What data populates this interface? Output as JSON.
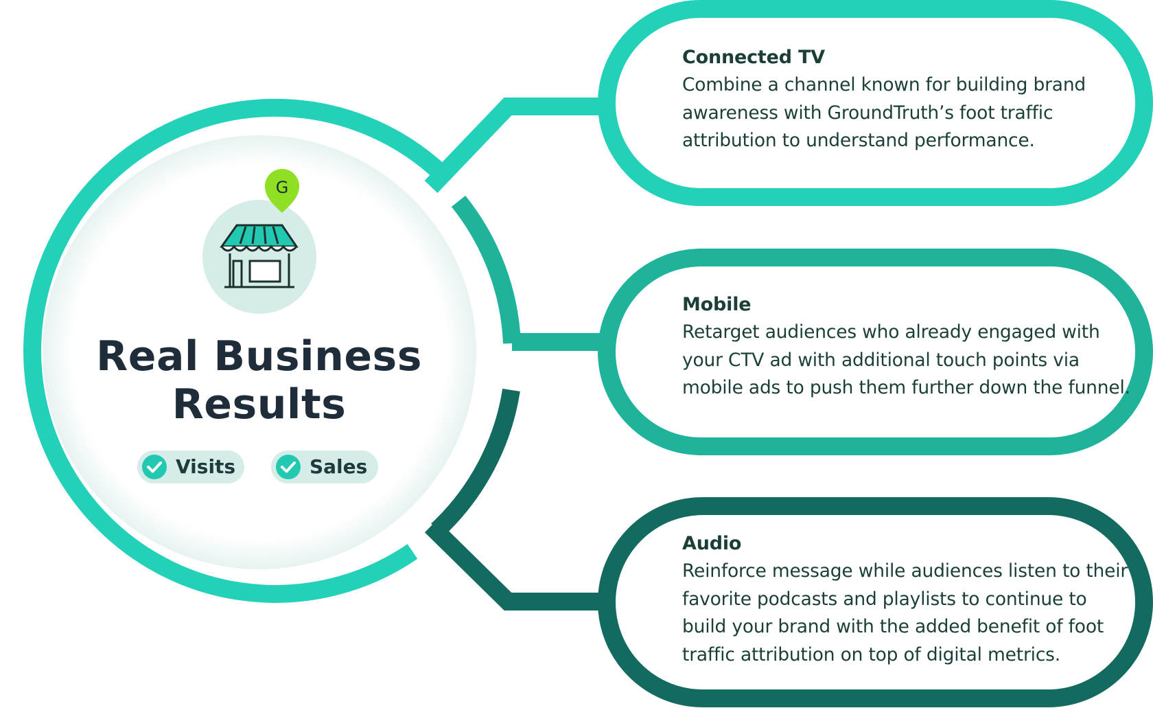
{
  "center": {
    "title_line1": "Real Business",
    "title_line2": "Results",
    "badges": [
      {
        "label": "Visits"
      },
      {
        "label": "Sales"
      }
    ],
    "pin_letter": "G"
  },
  "channels": [
    {
      "title": "Connected TV",
      "lines": [
        "Combine a channel known for building brand",
        "awareness with GroundTruth’s foot traffic",
        "attribution to understand performance."
      ]
    },
    {
      "title": "Mobile",
      "lines": [
        "Retarget audiences who already engaged with",
        "your CTV ad with additional touch points via",
        "mobile ads to push them further down the funnel."
      ]
    },
    {
      "title": "Audio",
      "lines": [
        "Reinforce message while audiences listen to their",
        "favorite podcasts and playlists to continue to",
        "build your brand with the added benefit of foot",
        "traffic attribution on top of digital metrics."
      ]
    }
  ],
  "colors": {
    "teal_light": "#22d1b8",
    "teal_mid": "#1fb39c",
    "teal_dark": "#136b5f",
    "pin_green": "#8fe024",
    "text_dark": "#1f2d3a"
  }
}
